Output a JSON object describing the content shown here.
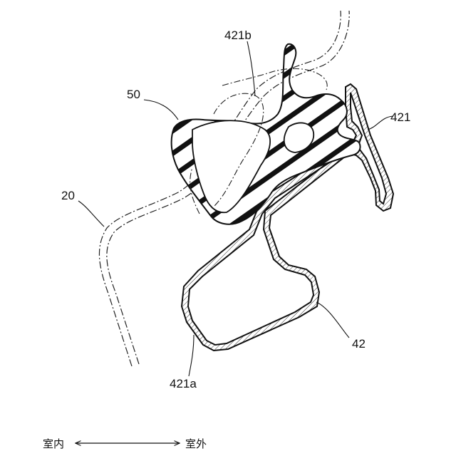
{
  "labels": {
    "ref_20": "20",
    "ref_50": "50",
    "ref_421b": "421b",
    "ref_421": "421",
    "ref_42": "42",
    "ref_421a": "421a"
  },
  "direction": {
    "left": "室内",
    "right": "室外"
  }
}
